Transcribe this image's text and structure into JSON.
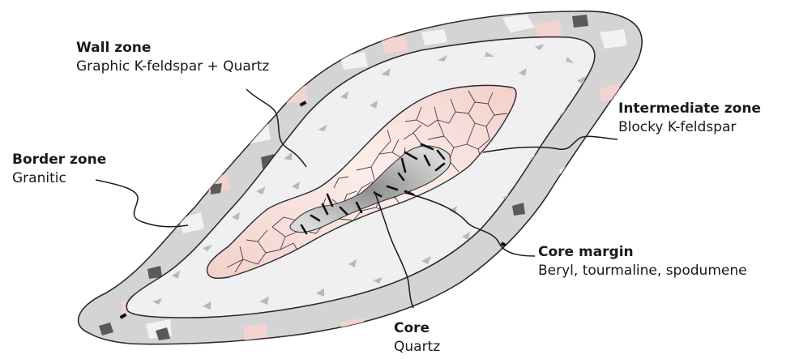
{
  "labels": {
    "wall_zone": {
      "title": "Wall zone",
      "desc": "Graphic K-feldspar + Quartz"
    },
    "border_zone": {
      "title": "Border zone",
      "desc": "Granitic"
    },
    "intermediate_zone": {
      "title": "Intermediate zone",
      "desc": "Blocky K-feldspar"
    },
    "core_margin": {
      "title": "Core margin",
      "desc": "Beryl, tourmaline, spodumene"
    },
    "core": {
      "title": "Core",
      "desc": "Quartz"
    }
  },
  "colors": {
    "border_fill": "#cfcfcf",
    "wall_fill": "#f0f0f2",
    "intermediate_fill": "#f7dcd8",
    "core_fill": "#b5b5b5",
    "outline": "#2b2b2b"
  }
}
